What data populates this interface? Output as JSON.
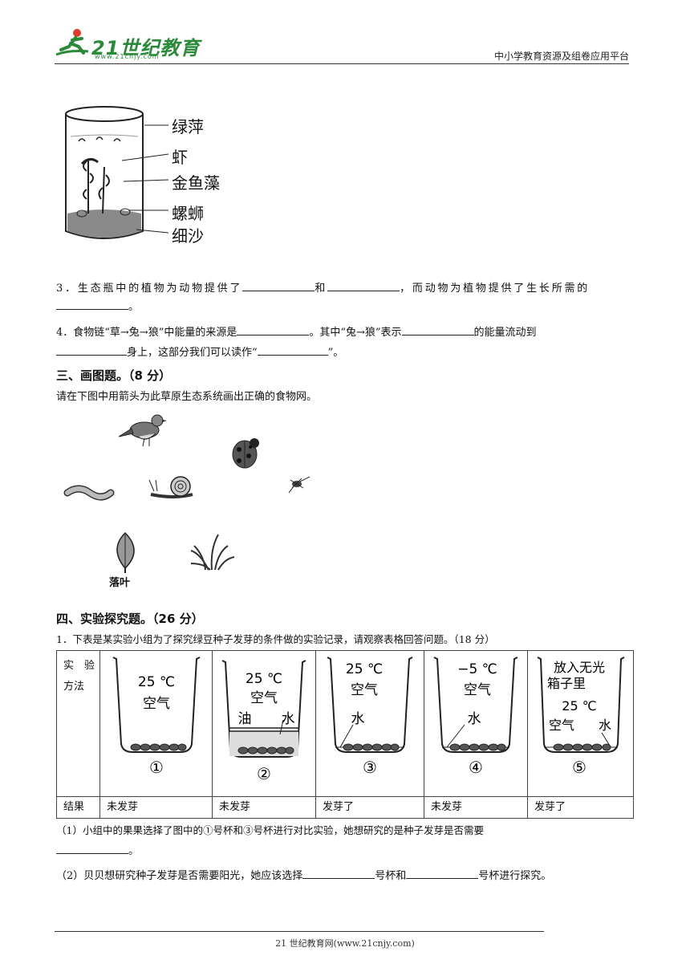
{
  "header": {
    "logo_main": "21世纪教育",
    "logo_sub": "www.21cnjy.com",
    "tagline": "中小学教育资源及组卷应用平台"
  },
  "jar_labels": [
    "绿萍",
    "虾",
    "金鱼藻",
    "螺蛳",
    "细沙"
  ],
  "q3": {
    "prefix": "3．生态瓶中的植物为动物提供了",
    "mid": "和",
    "suffix": "，而动物为植物提供了生长所需的",
    "end": "。"
  },
  "q4": {
    "prefix": "4．食物链“草→兔→狼”中能量的来源是",
    "mid1": "。其中“兔→狼”表示",
    "mid2": "的能量流动到",
    "mid3": "身上，这部分我们可以读作“",
    "end": "”。"
  },
  "section3": {
    "title": "三、画图题。（8 分）",
    "instruction": "请在下图中用箭头为此草原生态系统画出正确的食物网。",
    "leaf_label": "落叶",
    "icons": [
      "bird-icon",
      "ladybug-icon",
      "worm-icon",
      "snail-icon",
      "insect-icon",
      "leaf-icon",
      "grass-icon"
    ]
  },
  "section4": {
    "title": "四、实验探究题。（26 分）",
    "q1": "1．下表是某实验小组为了探究绿豆种子发芽的条件做的实验记录，请观察表格回答问题。（18 分）",
    "method_label_1": "实　验",
    "method_label_2": "方法",
    "result_label": "结果",
    "cups": [
      {
        "num": "①",
        "lines": [
          "25 ℃",
          "空气"
        ],
        "result": "未发芽"
      },
      {
        "num": "②",
        "lines": [
          "25 ℃",
          "空气"
        ],
        "oil": "油",
        "water": "水",
        "result": "未发芽"
      },
      {
        "num": "③",
        "lines": [
          "25 ℃",
          "空气"
        ],
        "water": "水",
        "result": "发芽了"
      },
      {
        "num": "④",
        "lines": [
          "−5 ℃",
          "空气"
        ],
        "water": "水",
        "result": "未发芽"
      },
      {
        "num": "⑤",
        "lines": [
          "放入无光",
          "箱子里",
          "25 ℃"
        ],
        "air": "空气",
        "water": "水",
        "result": "发芽了"
      }
    ],
    "sub1": {
      "text": "（1）小组中的果果选择了图中的①号杯和③号杯进行对比实验，她想研究的是种子发芽是否需要",
      "end": "。"
    },
    "sub2": {
      "prefix": "（2）贝贝想研究种子发芽是否需要阳光，她应该选择",
      "mid": "号杯和",
      "end": "号杯进行探究。"
    }
  },
  "footer": "21 世纪教育网(www.21cnjy.com)"
}
